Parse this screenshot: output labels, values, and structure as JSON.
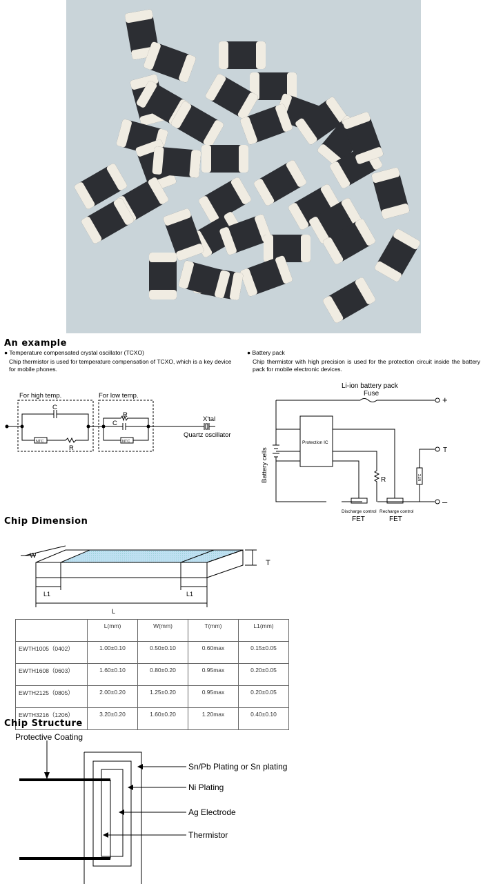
{
  "example": {
    "heading": "An example",
    "tcxo": {
      "title": "Temperature compensated crystal oscillator (TCXO)",
      "description": "Chip thermistor is used for temperature compensation of TCXO, which is a key device for mobile phones.",
      "labels": {
        "high": "For high temp.",
        "low": "For low temp.",
        "c": "C",
        "r": "R",
        "ntc": "NTC",
        "xtal": "X'tal",
        "quartz": "Quartz oscillator"
      }
    },
    "battery": {
      "title": "Battery pack",
      "description": "Chip thermistor with high precision is used for the protection circuit inside the battery pack for mobile electronic devices.",
      "labels": {
        "pack": "Li-ion battery pack",
        "fuse": "Fuse",
        "plus": "+",
        "t": "T",
        "minus": "–",
        "cells": "Battery cells",
        "ic": "Protection IC",
        "r": "R",
        "ntc": "NTC",
        "discharge": "Discharge control",
        "recharge": "Recharge control",
        "fet": "FET"
      }
    }
  },
  "dimension": {
    "heading": "Chip Dimension",
    "labels": {
      "w": "W",
      "t": "T",
      "l1": "L1",
      "l": "L"
    },
    "table": {
      "headers": [
        "",
        "L(mm)",
        "W(mm)",
        "T(mm)",
        "L1(mm)"
      ],
      "rows": [
        [
          "EWTH1005（0402）",
          "1.00±0.10",
          "0.50±0.10",
          "0.60max",
          "0.15±0.05"
        ],
        [
          "EWTH1608（0603）",
          "1.60±0.10",
          "0.80±0.20",
          "0.95max",
          "0.20±0.05"
        ],
        [
          "EWTH2125（0805）",
          "2.00±0.20",
          "1.25±0.20",
          "0.95max",
          "0.20±0.05"
        ],
        [
          "EWTH3216（1206）",
          "3.20±0.20",
          "1.60±0.20",
          "1.20max",
          "0.40±0.10"
        ]
      ]
    }
  },
  "structure": {
    "heading": "Chip Structure",
    "labels": {
      "coating": "Protective Coating",
      "plating": "Sn/Pb Plating or Sn plating",
      "ni": "Ni Plating",
      "ag": "Ag Electrode",
      "thermistor": "Thermistor"
    }
  }
}
